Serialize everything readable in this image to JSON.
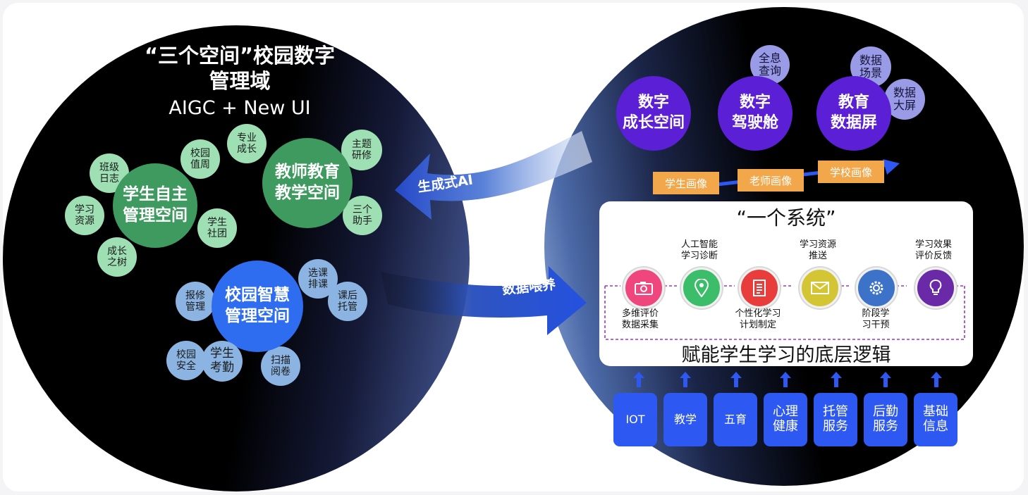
{
  "left": {
    "title_line1": "“三个空间”校园数字",
    "title_line2": "管理域",
    "subtitle": "AIGC + New UI",
    "student_space": {
      "label": "学生自主\n管理空间",
      "satellites": [
        "班级\n日志",
        "校园\n值周",
        "学习\n资源",
        "学生\n社团",
        "成长\n之树"
      ]
    },
    "teacher_space": {
      "label": "教师教育\n教学空间",
      "satellites": [
        "专业\n成长",
        "主题\n研修",
        "三个\n助手"
      ]
    },
    "campus_space": {
      "label": "校园智慧\n管理空间",
      "satellites": [
        "选课\n排课",
        "课后\n托管",
        "报修\n管理",
        "学生\n考勤",
        "校园\n安全",
        "扫描\n阅卷"
      ]
    }
  },
  "arrows": {
    "top_label": "生成式AI",
    "bottom_label": "数据喂养"
  },
  "right": {
    "spaces": [
      "数字\n成长空间",
      "数字\n驾驶舱",
      "教育\n数据屏"
    ],
    "small": [
      "全息\n查询",
      "数据\n场景",
      "数据\n大屏"
    ],
    "portraits": [
      "学生画像",
      "老师画像",
      "学校画像"
    ],
    "system_title": "“一个系统”",
    "process": {
      "top_labels": [
        "人工智能\n学习诊断",
        "学习资源\n推送",
        "学习效果\n评价反馈"
      ],
      "bottom_labels": [
        "多维评价\n数据采集",
        "个性化学习\n计划制定",
        "阶段学\n习干预"
      ]
    },
    "bottom_title": "赋能学生学习的底层逻辑",
    "sources": [
      "IOT",
      "教学",
      "五育",
      "心理\n健康",
      "托管\n服务",
      "后勤\n服务",
      "基础\n信息"
    ]
  },
  "colors": {
    "green": "#3e9a5e",
    "blue": "#2e6cf0",
    "purple": "#5b1fd6",
    "orange": "#f2a74a"
  }
}
